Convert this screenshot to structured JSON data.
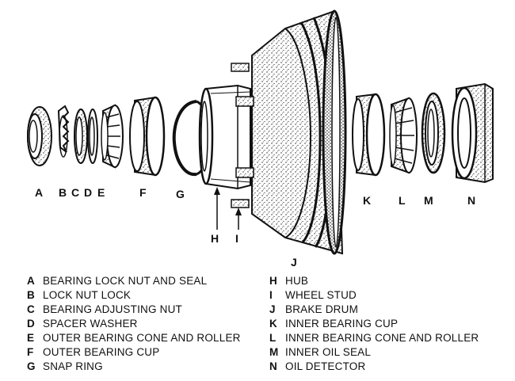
{
  "diagram": {
    "part_letters": {
      "A": "A",
      "B": "B",
      "C": "C",
      "D": "D",
      "E": "E",
      "F": "F",
      "G": "G",
      "H": "H",
      "I": "I",
      "J": "J",
      "K": "K",
      "L": "L",
      "M": "M",
      "N": "N"
    },
    "legend_left": [
      {
        "key": "A",
        "text": "BEARING LOCK NUT AND SEAL"
      },
      {
        "key": "B",
        "text": "LOCK NUT LOCK"
      },
      {
        "key": "C",
        "text": "BEARING ADJUSTING NUT"
      },
      {
        "key": "D",
        "text": "SPACER WASHER"
      },
      {
        "key": "E",
        "text": "OUTER BEARING CONE AND ROLLER"
      },
      {
        "key": "F",
        "text": "OUTER BEARING CUP"
      },
      {
        "key": "G",
        "text": "SNAP RING"
      }
    ],
    "legend_right": [
      {
        "key": "H",
        "text": "HUB"
      },
      {
        "key": "I",
        "text": "WHEEL STUD"
      },
      {
        "key": "J",
        "text": "BRAKE DRUM"
      },
      {
        "key": "K",
        "text": "INNER BEARING CUP"
      },
      {
        "key": "L",
        "text": "INNER BEARING CONE AND ROLLER"
      },
      {
        "key": "M",
        "text": "INNER OIL SEAL"
      },
      {
        "key": "N",
        "text": "OIL DETECTOR"
      }
    ]
  }
}
